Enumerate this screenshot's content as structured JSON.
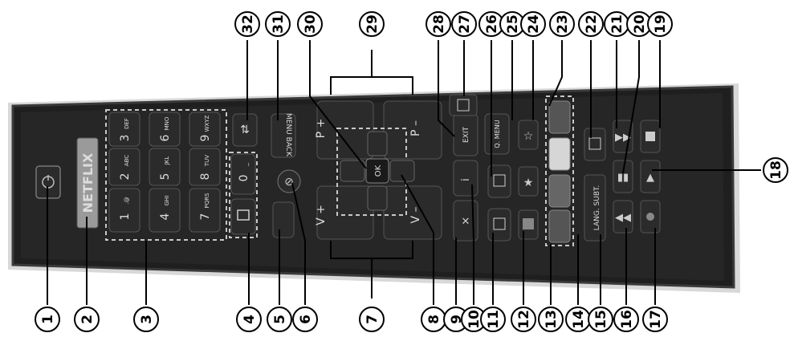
{
  "remote": {
    "brand_badge": "NETFLIX",
    "keypad": [
      {
        "digit": "1",
        "sub": ".@"
      },
      {
        "digit": "2",
        "sub": "ABC"
      },
      {
        "digit": "3",
        "sub": "DEF"
      },
      {
        "digit": "4",
        "sub": "GHI"
      },
      {
        "digit": "5",
        "sub": "JKL"
      },
      {
        "digit": "6",
        "sub": "MNO"
      },
      {
        "digit": "7",
        "sub": "PQRS"
      },
      {
        "digit": "8",
        "sub": "TUV"
      },
      {
        "digit": "9",
        "sub": "WXYZ"
      },
      {
        "digit": "0",
        "sub": "_"
      }
    ],
    "labels": {
      "menu_back": "MENU BACK",
      "ok": "OK",
      "exit": "EXIT",
      "q_menu": "Q. MENU",
      "lang_subt": "LANG. SUBT.",
      "v_plus": "V +",
      "v_minus": "V –",
      "p_plus": "P +",
      "p_minus": "P –",
      "info": "i"
    }
  },
  "callouts_bottom": [
    "1",
    "2",
    "3",
    "4",
    "5",
    "6",
    "7",
    "8",
    "9",
    "10",
    "11",
    "12",
    "13",
    "14",
    "15",
    "16",
    "17"
  ],
  "callouts_top": [
    "32",
    "31",
    "30",
    "29",
    "28",
    "27",
    "26",
    "25",
    "24",
    "23",
    "22",
    "21",
    "20",
    "19"
  ],
  "callouts_right": [
    "18"
  ],
  "colors": {
    "remote_body": "#1f1f1f",
    "remote_edge": "#3a3a3a",
    "button": "#2b2b2b",
    "button_light": "#d6d6d6",
    "callout_stroke": "#000000",
    "dashed": "#c8c8c8"
  }
}
